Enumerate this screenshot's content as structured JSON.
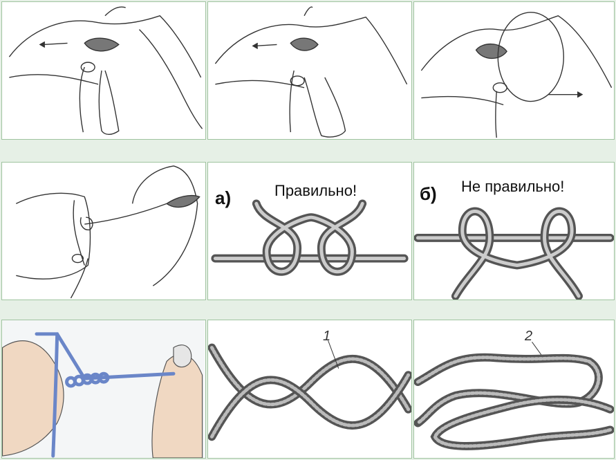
{
  "row2": {
    "a": {
      "letter": "а)",
      "caption": "Правильно!"
    },
    "b": {
      "letter": "б)",
      "caption": "Не правильно!"
    }
  },
  "row3": {
    "label1": "1",
    "label2": "2"
  }
}
